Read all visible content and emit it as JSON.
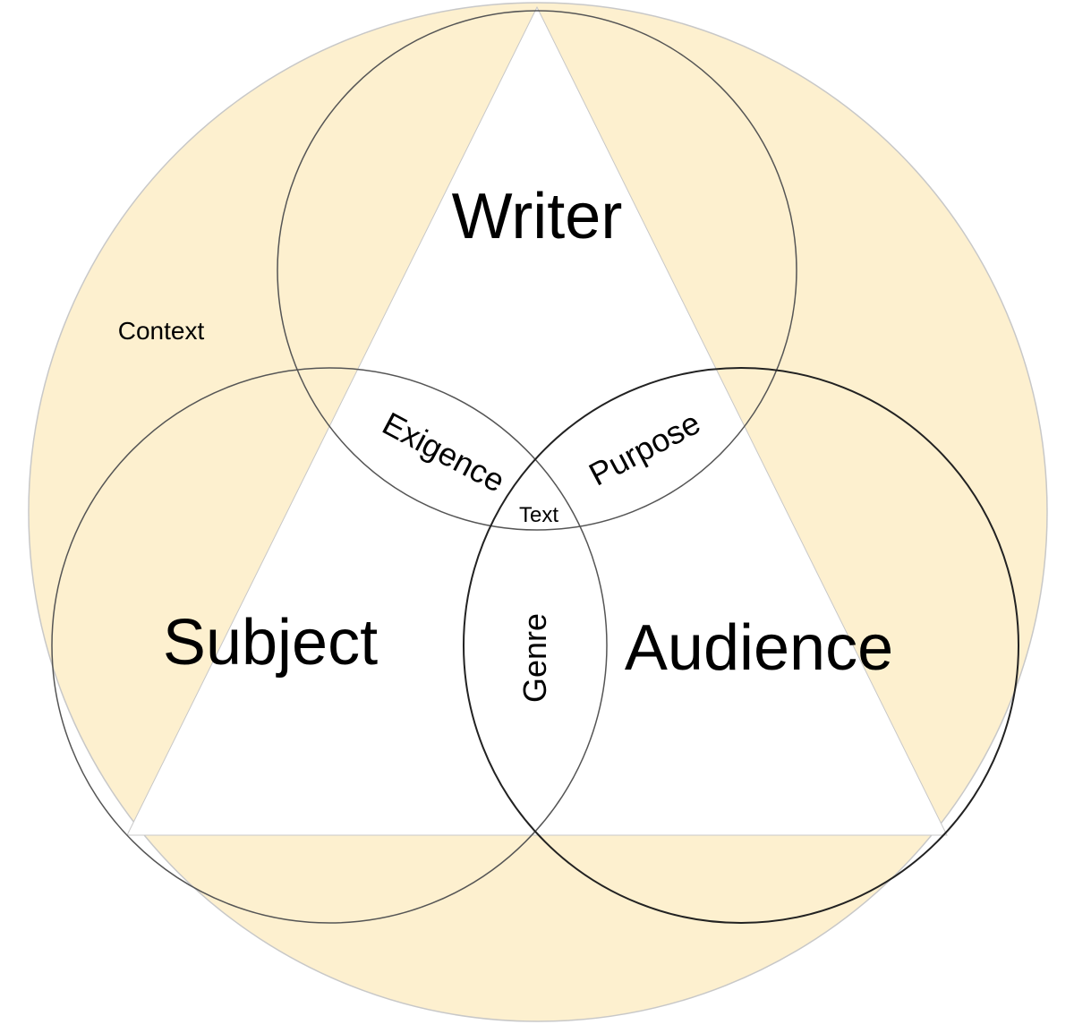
{
  "diagram": {
    "labels": {
      "writer": "Writer",
      "subject": "Subject",
      "audience": "Audience",
      "context": "Context",
      "exigence": "Exigence",
      "purpose": "Purpose",
      "genre": "Genre",
      "text": "Text"
    },
    "colors": {
      "context_fill": "#fdf0cf",
      "context_stroke": "#c8c8c8",
      "triangle_fill": "#ffffff",
      "circle_stroke": "#555555",
      "audience_stroke": "#222222",
      "text_color": "#000000"
    }
  }
}
